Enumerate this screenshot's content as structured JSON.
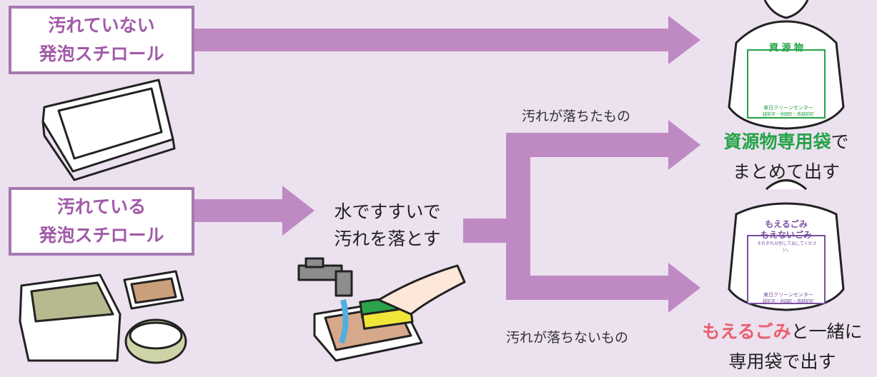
{
  "box_clean": {
    "line1": "汚れていない",
    "line2": "発泡スチロール"
  },
  "box_dirty": {
    "line1": "汚れている",
    "line2": "発泡スチロール"
  },
  "wash": {
    "line1": "水ですすいで",
    "line2": "汚れを落とす"
  },
  "branch_clean": "汚れが落ちたもの",
  "branch_dirty": "汚れが落ちないもの",
  "result_recycle": {
    "highlight": "資源物専用袋",
    "tail": "で",
    "line2": "まとめて出す"
  },
  "result_burn": {
    "highlight": "もえるごみ",
    "tail": "と一緒に",
    "line2": "専用袋で出す"
  },
  "bag_recycle": {
    "title": "資 源 物",
    "center": "東日クリーンセンター",
    "sub": "越前市・池田町・南越前町"
  },
  "bag_burn": {
    "title1": "もえるごみ",
    "title2": "もえないごみ",
    "note": "それぞれ分別して出してください。",
    "center": "東日クリーンセンター",
    "sub": "越前市・池田町・南越前町"
  },
  "colors": {
    "arrow": "#bf8ac4",
    "box_border": "#a678b1",
    "box_text": "#a15aa8",
    "green": "#23a346",
    "pink": "#ea5e6e"
  }
}
